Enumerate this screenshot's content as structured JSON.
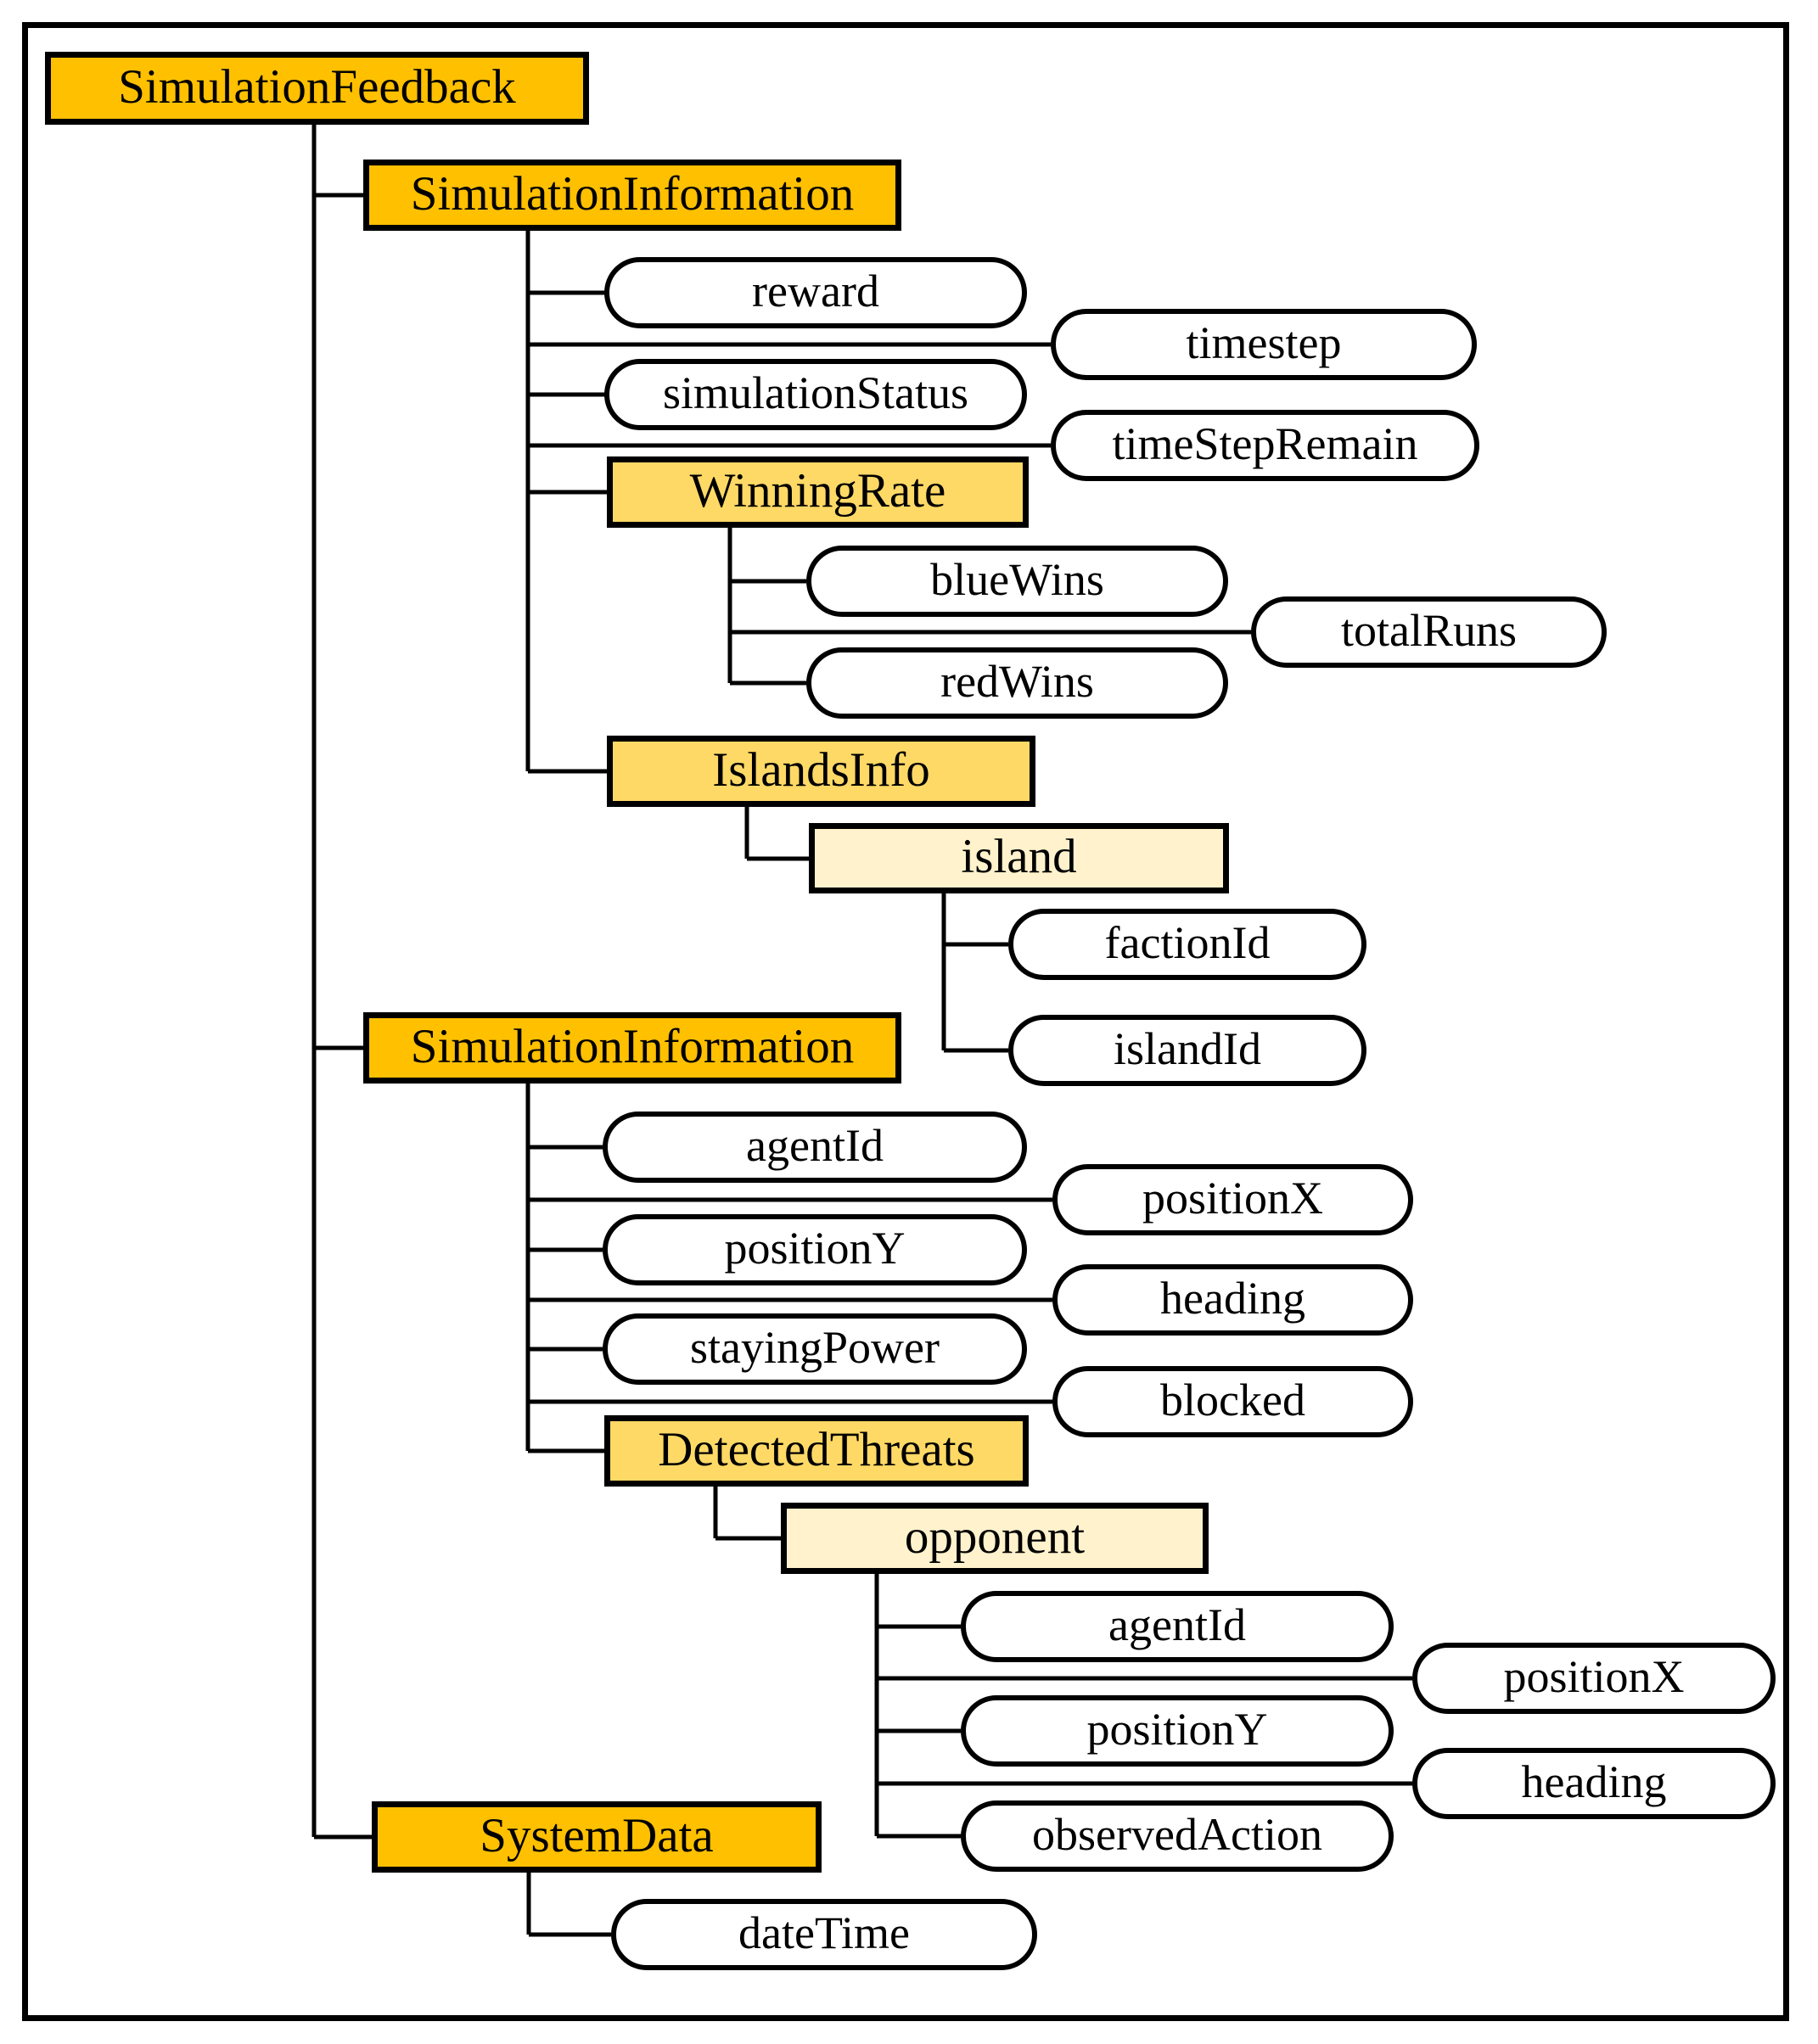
{
  "colors": {
    "complex_fill": "#FFC000",
    "group_fill": "#FFD966",
    "instance_fill": "#FFF2CC",
    "leaf_fill": "#FFFFFF",
    "line": "#000000"
  },
  "tree": {
    "label": "SimulationFeedback",
    "kind": "root",
    "children": [
      {
        "label": "SimulationInformation",
        "kind": "root",
        "children": [
          {
            "label": "reward",
            "kind": "leaf"
          },
          {
            "label": "timestep",
            "kind": "leaf"
          },
          {
            "label": "simulationStatus",
            "kind": "leaf"
          },
          {
            "label": "timeStepRemain",
            "kind": "leaf"
          },
          {
            "label": "WinningRate",
            "kind": "branch",
            "children": [
              {
                "label": "blueWins",
                "kind": "leaf"
              },
              {
                "label": "totalRuns",
                "kind": "leaf"
              },
              {
                "label": "redWins",
                "kind": "leaf"
              }
            ]
          },
          {
            "label": "IslandsInfo",
            "kind": "branch",
            "children": [
              {
                "label": "island",
                "kind": "instance",
                "children": [
                  {
                    "label": "factionId",
                    "kind": "leaf"
                  },
                  {
                    "label": "islandId",
                    "kind": "leaf"
                  }
                ]
              }
            ]
          }
        ]
      },
      {
        "label": "SimulationInformation",
        "kind": "root",
        "children": [
          {
            "label": "agentId",
            "kind": "leaf"
          },
          {
            "label": "positionX",
            "kind": "leaf"
          },
          {
            "label": "positionY",
            "kind": "leaf"
          },
          {
            "label": "heading",
            "kind": "leaf"
          },
          {
            "label": "stayingPower",
            "kind": "leaf"
          },
          {
            "label": "blocked",
            "kind": "leaf"
          },
          {
            "label": "DetectedThreats",
            "kind": "branch",
            "children": [
              {
                "label": "opponent",
                "kind": "instance",
                "children": [
                  {
                    "label": "agentId",
                    "kind": "leaf"
                  },
                  {
                    "label": "positionX",
                    "kind": "leaf"
                  },
                  {
                    "label": "positionY",
                    "kind": "leaf"
                  },
                  {
                    "label": "heading",
                    "kind": "leaf"
                  },
                  {
                    "label": "observedAction",
                    "kind": "leaf"
                  }
                ]
              }
            ]
          }
        ]
      },
      {
        "label": "SystemData",
        "kind": "root",
        "children": [
          {
            "label": "dateTime",
            "kind": "leaf"
          }
        ]
      }
    ]
  }
}
